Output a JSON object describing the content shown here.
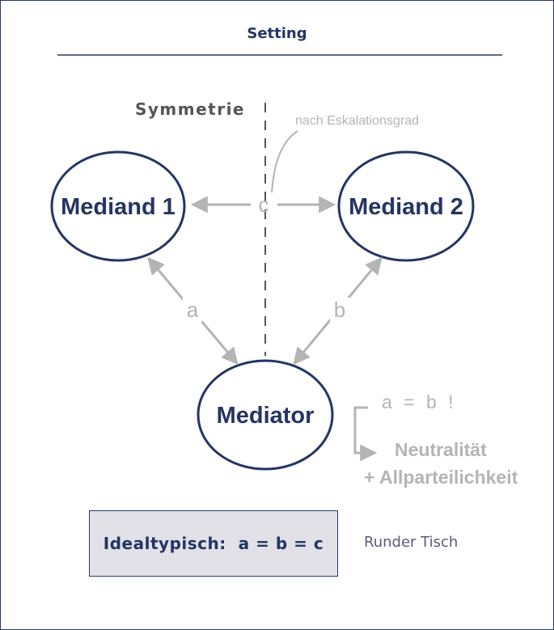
{
  "title": "Setting",
  "symmetry_label": "Symmetrie",
  "escalation_note": "nach Eskalationsgrad",
  "nodes": {
    "mediand1": "Mediand 1",
    "mediand2": "Mediand 2",
    "mediator": "Mediator"
  },
  "edge_labels": {
    "a": "a",
    "b": "b",
    "c": "c"
  },
  "rule": "a = b !",
  "consequence_1": "Neutralität",
  "consequence_2": "+ Allparteilichkeit",
  "ideal_box": "Idealtypisch:  a = b = c",
  "side_note": "Runder Tisch",
  "colors": {
    "navy": "#253463",
    "gray": "#b4b4b4",
    "box_fill": "#e1e1e7"
  }
}
